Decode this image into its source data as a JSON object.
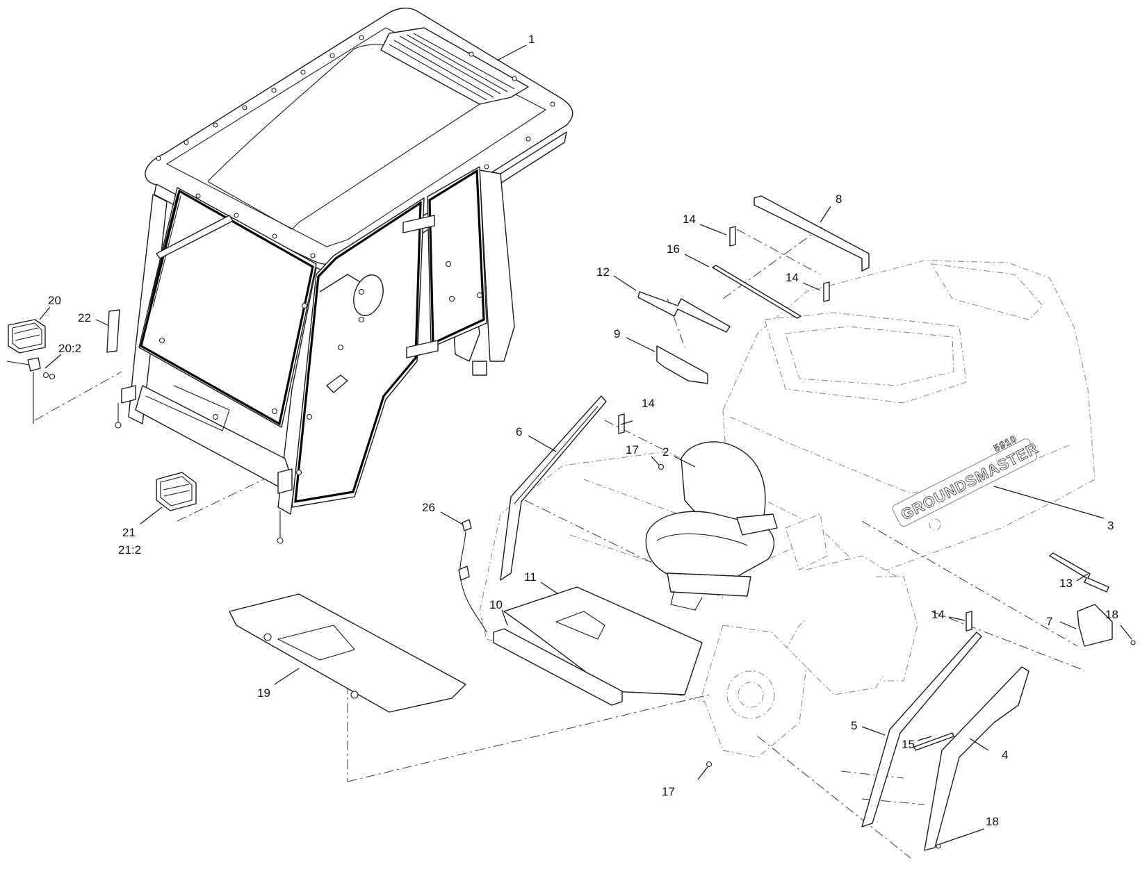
{
  "callouts": [
    {
      "id": "c1",
      "label": "1"
    },
    {
      "id": "c2",
      "label": "2"
    },
    {
      "id": "c3",
      "label": "3"
    },
    {
      "id": "c4",
      "label": "4"
    },
    {
      "id": "c5",
      "label": "5"
    },
    {
      "id": "c6",
      "label": "6"
    },
    {
      "id": "c7",
      "label": "7"
    },
    {
      "id": "c8",
      "label": "8"
    },
    {
      "id": "c9",
      "label": "9"
    },
    {
      "id": "c10",
      "label": "10"
    },
    {
      "id": "c11",
      "label": "11"
    },
    {
      "id": "c12",
      "label": "12"
    },
    {
      "id": "c13",
      "label": "13"
    },
    {
      "id": "c14a",
      "label": "14"
    },
    {
      "id": "c14b",
      "label": "14"
    },
    {
      "id": "c14c",
      "label": "14"
    },
    {
      "id": "c14d",
      "label": "14"
    },
    {
      "id": "c15",
      "label": "15"
    },
    {
      "id": "c16",
      "label": "16"
    },
    {
      "id": "c17a",
      "label": "17"
    },
    {
      "id": "c17b",
      "label": "17"
    },
    {
      "id": "c18a",
      "label": "18"
    },
    {
      "id": "c18b",
      "label": "18"
    },
    {
      "id": "c19",
      "label": "19"
    },
    {
      "id": "c20",
      "label": "20"
    },
    {
      "id": "c20_2",
      "label": "20:2"
    },
    {
      "id": "c21",
      "label": "21"
    },
    {
      "id": "c21_2",
      "label": "21:2"
    },
    {
      "id": "c22",
      "label": "22"
    },
    {
      "id": "c26",
      "label": "26"
    }
  ],
  "hood_brand": {
    "name": "GROUNDSMASTER",
    "model": "5910"
  },
  "colors": {
    "line": "#1a1a1a",
    "phantom_line": "#8a8a8a",
    "background": "#ffffff"
  }
}
